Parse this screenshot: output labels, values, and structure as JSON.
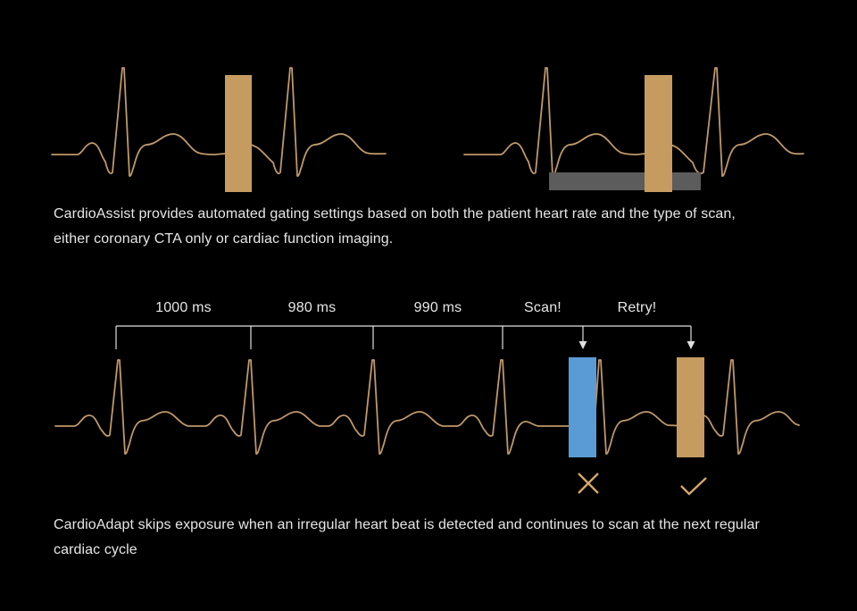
{
  "colors": {
    "background": "#000000",
    "ecg_line": "#BF986A",
    "gating_bar": "#C59B60",
    "skip_bar": "#5B9BD5",
    "exposure_bar": "#5C5C5C",
    "text": "#E6E6E6",
    "timeline_line": "#DFDFDF",
    "mark": "#D4A76A"
  },
  "cardio_assist": {
    "caption_line1": "CardioAssist provides automated gating settings based on both the patient heart rate and the type of scan,",
    "caption_line2": "either coronary CTA only or cardiac function imaging.",
    "left_panel": {
      "bars": [
        "gating-window"
      ]
    },
    "right_panel": {
      "bars": [
        "exposure-window",
        "gating-window"
      ]
    }
  },
  "cardio_adapt": {
    "timeline": {
      "segments": [
        {
          "label": "1000 ms",
          "type": "interval",
          "value_ms": 1000
        },
        {
          "label": "980 ms",
          "type": "interval",
          "value_ms": 980
        },
        {
          "label": "990 ms",
          "type": "interval",
          "value_ms": 990
        },
        {
          "label": "Scan!",
          "type": "event"
        },
        {
          "label": "Retry!",
          "type": "event"
        }
      ]
    },
    "skipped_scan_icon": "cross-icon",
    "retry_scan_icon": "check-icon",
    "caption_line1": "CardioAdapt skips exposure when an irregular heart beat is detected and continues to scan at the next regular",
    "caption_line2": "cardiac cycle"
  }
}
